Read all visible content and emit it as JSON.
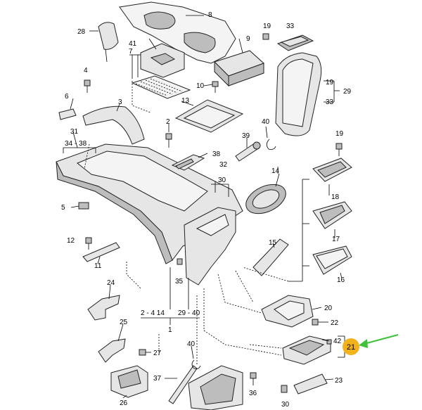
{
  "diagram": {
    "labels": {
      "l28": "28",
      "l41": "41",
      "l7": "7",
      "l8": "8",
      "l19a": "19",
      "l33a": "33",
      "l9": "9",
      "l4": "4",
      "l10": "10",
      "l6": "6",
      "l3": "3",
      "l13": "13",
      "l31": "31",
      "l34_38": "34 - 38",
      "l2": "2",
      "l40a": "40",
      "l39": "39",
      "l19b": "19",
      "l33b": "33",
      "l29": "29",
      "l19c": "19",
      "l38": "38",
      "l32": "32",
      "l30": "30",
      "l14": "14",
      "l18": "18",
      "l5": "5",
      "l17": "17",
      "l12": "12",
      "l15": "15",
      "l11": "11",
      "l35": "35",
      "l16": "16",
      "l24": "24",
      "l20": "20",
      "l2_14": "2 - 4  14",
      "l29_40": "29 - 40",
      "l1": "1",
      "l22": "22",
      "l42": "42",
      "l25": "25",
      "l21": "21",
      "l27": "27",
      "l40b": "40",
      "l37": "37",
      "l23": "23",
      "l26": "26",
      "l36": "36",
      "l30b": "30"
    },
    "highlight": {
      "label": "21",
      "color": "#f2b21b",
      "arrow_color": "#3fc23a"
    }
  }
}
